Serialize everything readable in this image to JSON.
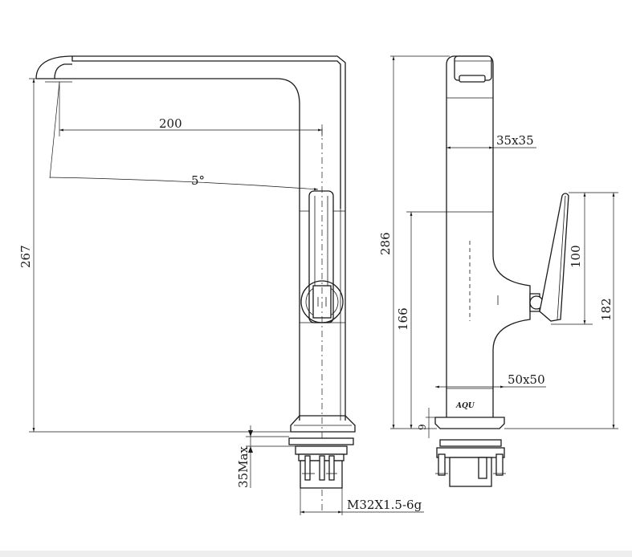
{
  "labels": {
    "reach": "200",
    "angle": "5°",
    "height_front": "267",
    "counter_max": "35Max",
    "thread": "M32X1.5-6g",
    "body_section": "35x35",
    "height_total": "286",
    "height_lever_axis": "166",
    "lever_length": "100",
    "height_lever_top": "182",
    "base_section": "50x50",
    "base_height": "9",
    "brand_mark": "AQU"
  }
}
